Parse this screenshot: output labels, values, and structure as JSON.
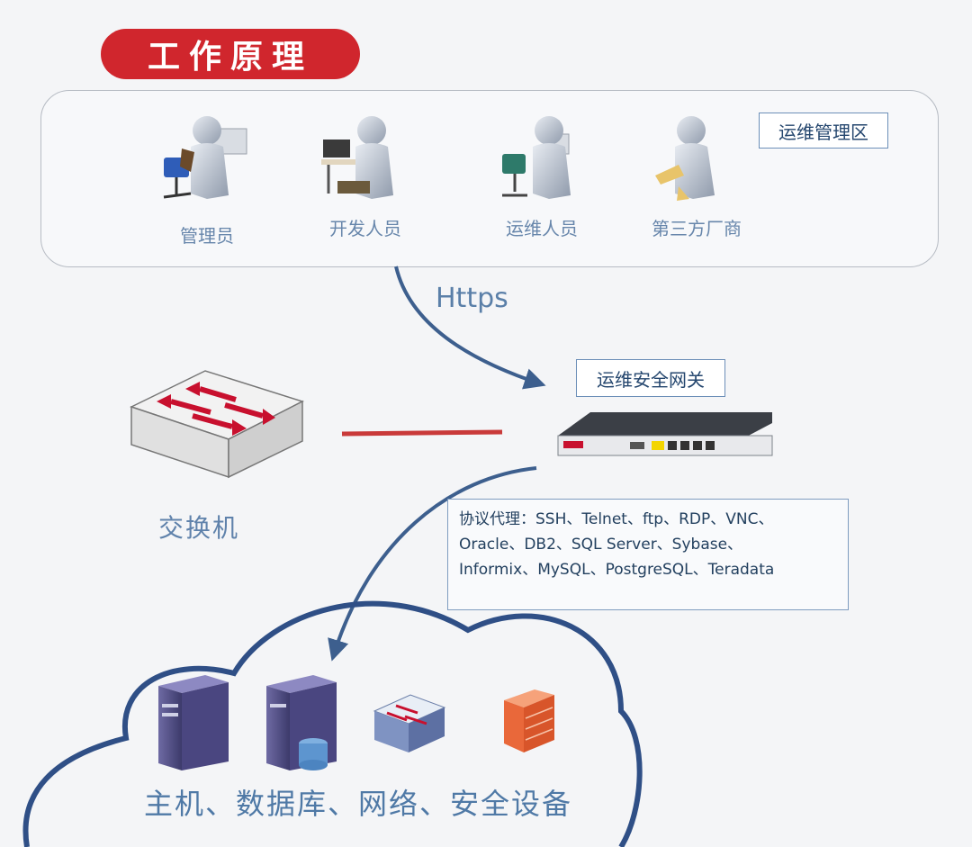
{
  "title": "工作原理",
  "zone_label": "运维管理区",
  "roles": [
    {
      "label": "管理员"
    },
    {
      "label": "开发人员"
    },
    {
      "label": "运维人员"
    },
    {
      "label": "第三方厂商"
    }
  ],
  "protocol_label": "Https",
  "gateway_label": "运维安全网关",
  "switch_label": "交换机",
  "proxy": {
    "lines": [
      "协议代理：SSH、Telnet、ftp、RDP、VNC、",
      "Oracle、DB2、SQL Server、Sybase、",
      "Informix、MySQL、PostgreSQL、Teradata"
    ]
  },
  "cloud_caption": "主机、数据库、网络、安全设备",
  "colors": {
    "accent_red": "#d0262d",
    "arrow_blue": "#3d5f8e",
    "text_blue": "#24466e"
  }
}
